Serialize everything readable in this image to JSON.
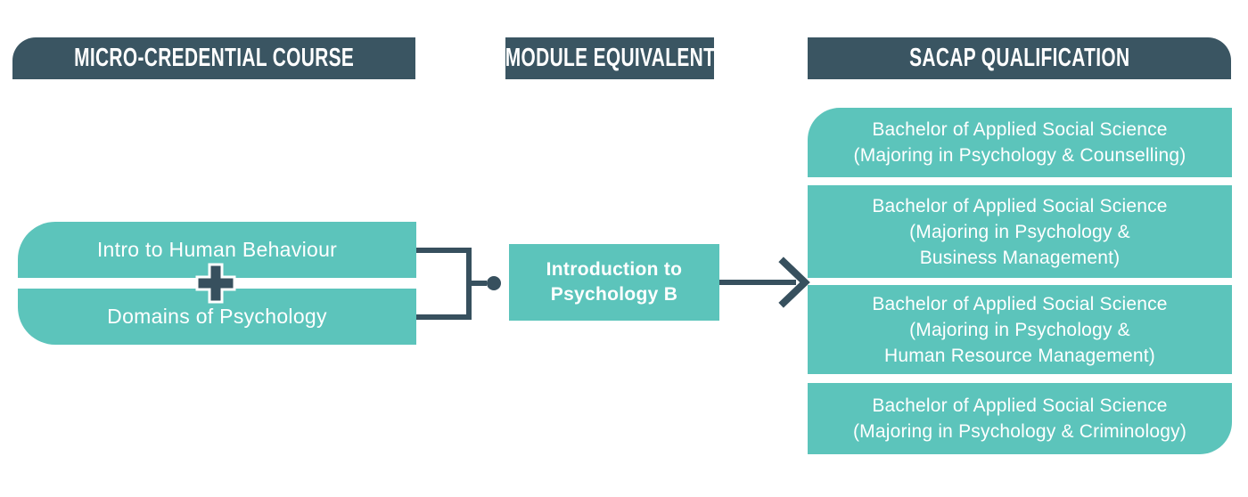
{
  "diagram": {
    "headers": {
      "micro_credential": "MICRO-CREDENTIAL COURSE",
      "module_equivalent": "MODULE EQUIVALENT",
      "sacap_qualification": "SACAP QUALIFICATION"
    },
    "courses": [
      {
        "label": "Intro to Human Behaviour"
      },
      {
        "label": "Domains of Psychology"
      }
    ],
    "plus_symbol": "+",
    "module": {
      "label": "Introduction to Psychology B"
    },
    "qualifications": [
      {
        "lines": [
          "Bachelor of Applied Social Science",
          "(Majoring in Psychology & Counselling)"
        ]
      },
      {
        "lines": [
          "Bachelor of Applied Social Science",
          "(Majoring in Psychology &",
          "Business Management)"
        ]
      },
      {
        "lines": [
          "Bachelor of Applied Social Science",
          "(Majoring in Psychology &",
          "Human Resource Management)"
        ]
      },
      {
        "lines": [
          "Bachelor of Applied Social Science",
          "(Majoring in Psychology & Criminology)"
        ]
      }
    ],
    "colors": {
      "teal": "#5cc4bb",
      "slate_header": "#3a5562",
      "connector": "#37505e",
      "text_on_fill": "#ffffff",
      "background": "#ffffff"
    }
  }
}
